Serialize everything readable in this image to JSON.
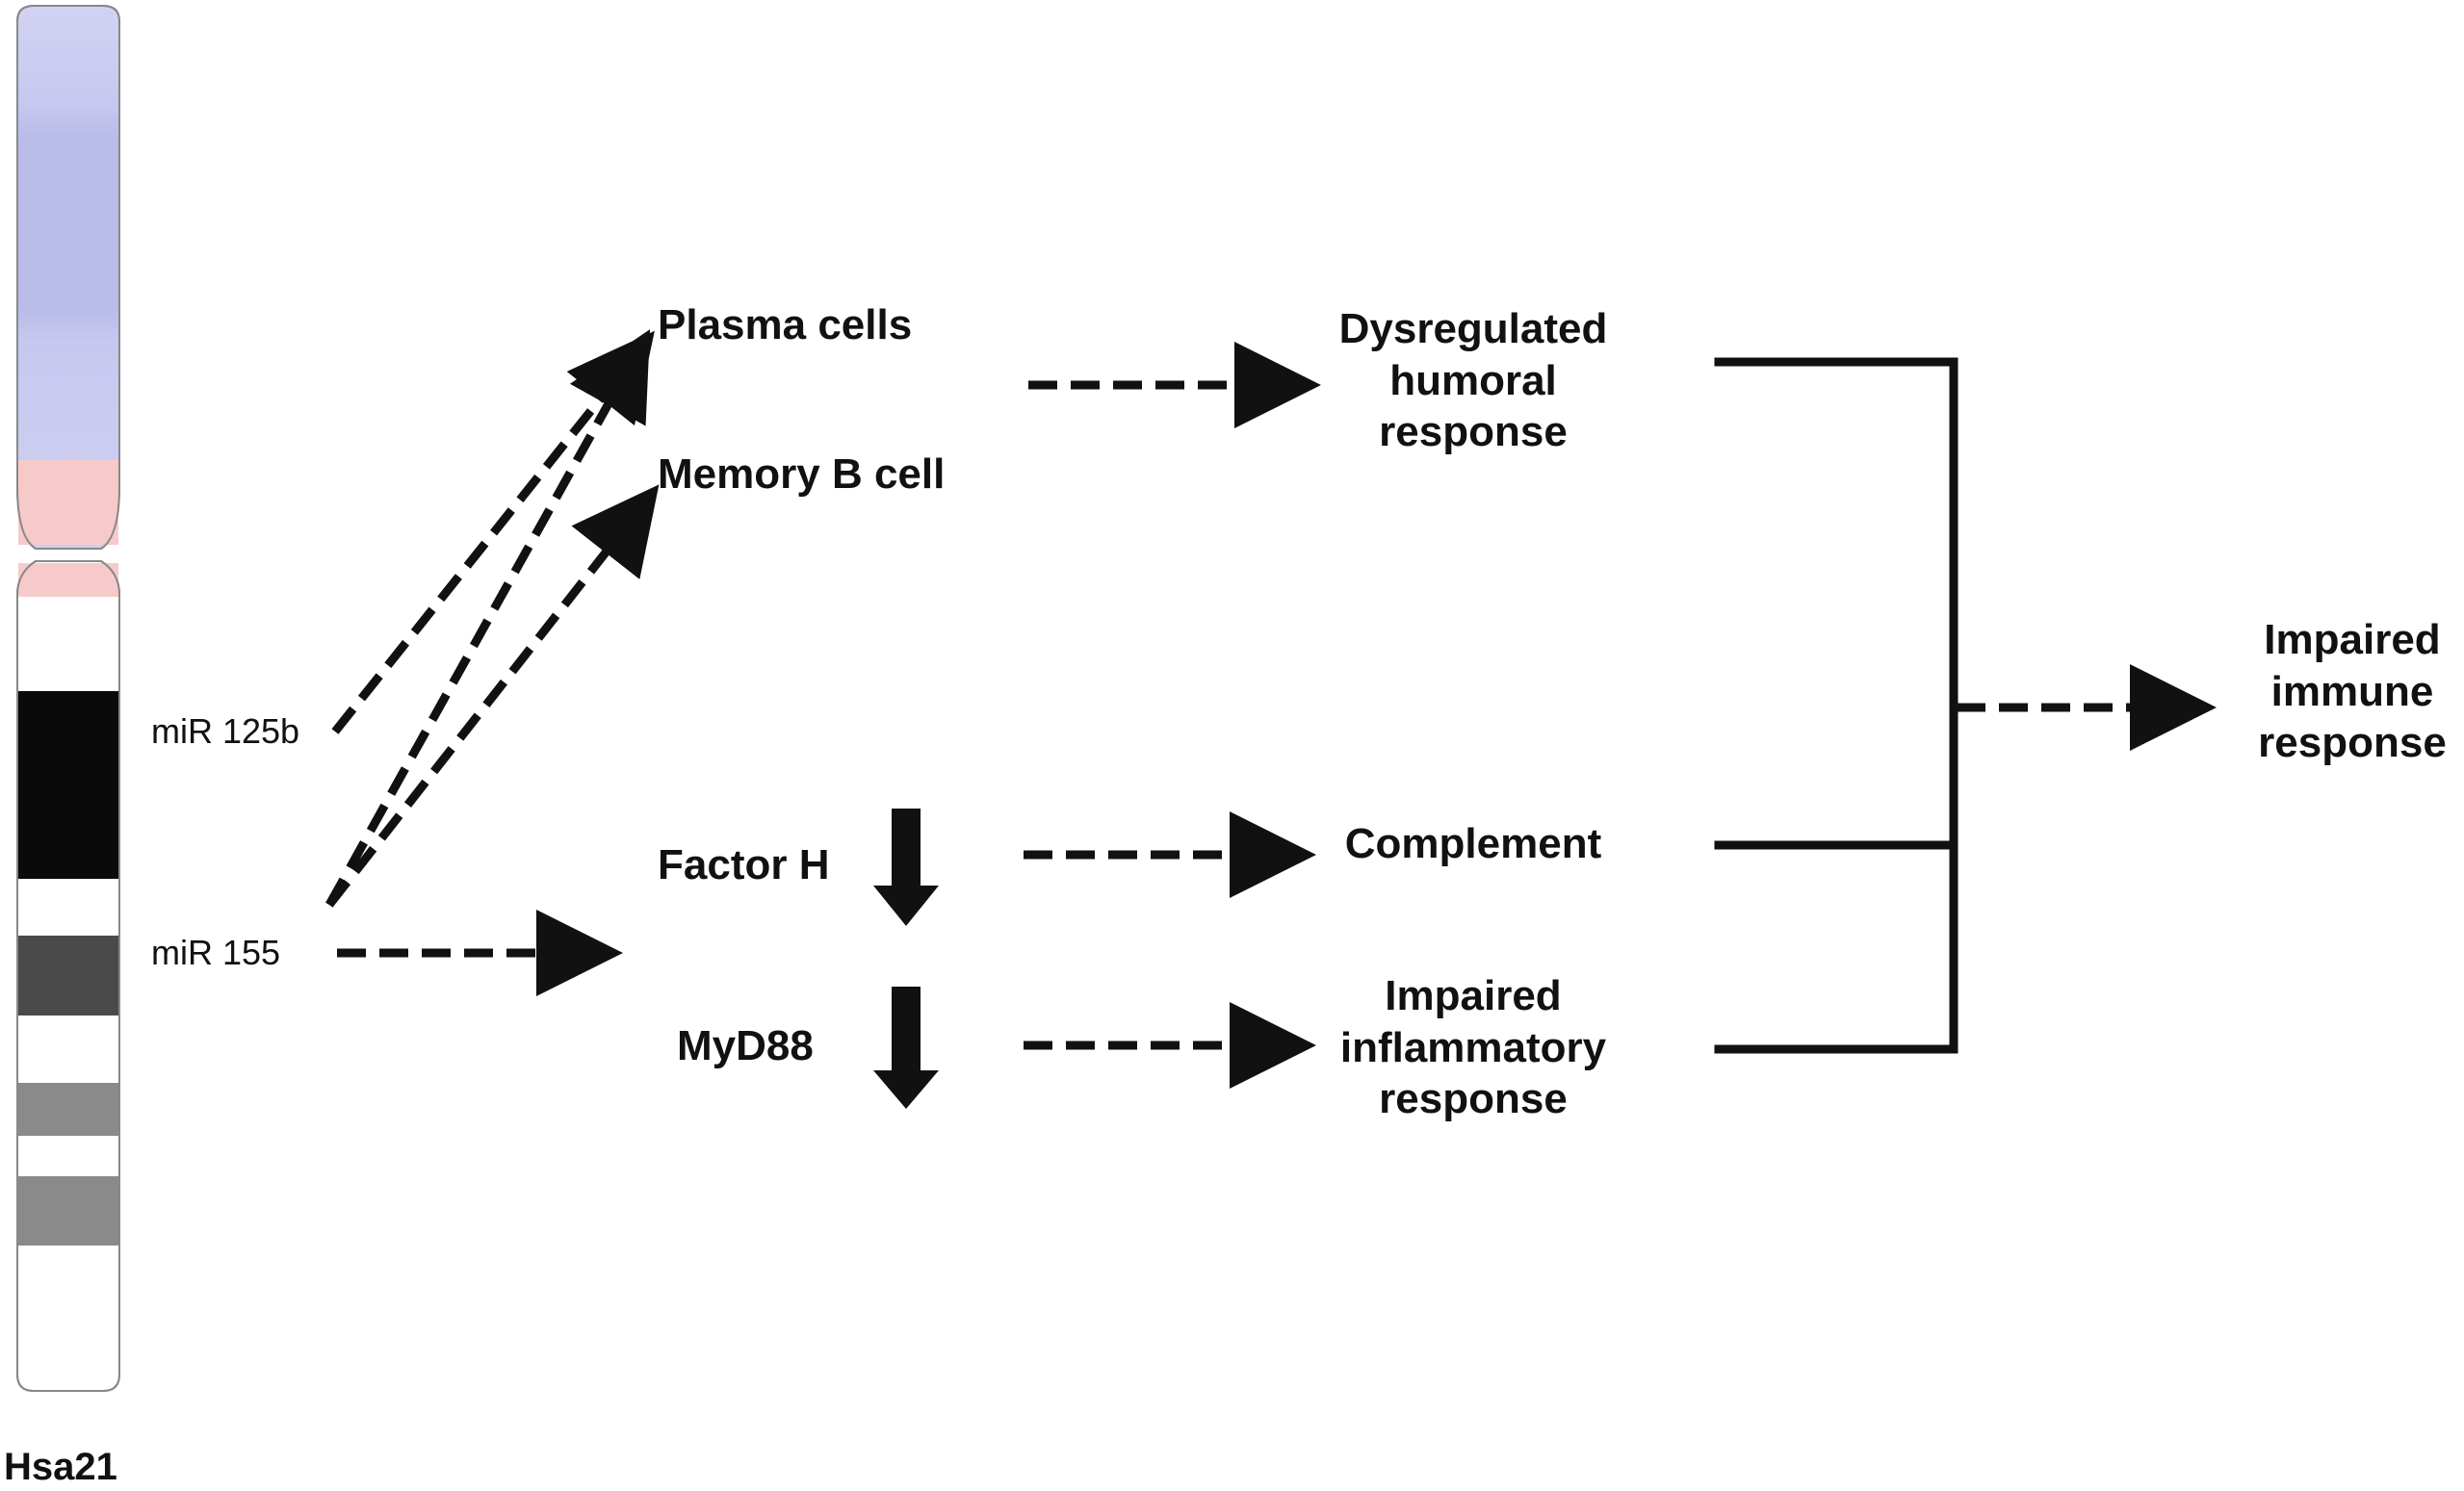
{
  "chromosome": {
    "label": "Hsa21"
  },
  "mirnas": {
    "mir125b": "miR 125b",
    "mir155": "miR 155"
  },
  "targets": {
    "plasma_cells": "Plasma cells",
    "memory_b_cell": "Memory B cell",
    "factor_h": "Factor H",
    "myd88": "MyD88"
  },
  "outcomes": {
    "humoral": [
      "Dysregulated",
      "humoral",
      "response"
    ],
    "complement": "Complement",
    "inflammatory": [
      "Impaired",
      "inflammatory",
      "response"
    ]
  },
  "final": [
    "Impaired",
    "immune",
    "response"
  ],
  "colors": {
    "ink": "#111111",
    "p_arm": "#c9cbf0",
    "p_arm_dark": "#b8bae8",
    "centromere": "#f7caca",
    "band_black": "#0a0a0a",
    "band_dark": "#4a4a4a",
    "band_mid": "#8a8a8a"
  }
}
